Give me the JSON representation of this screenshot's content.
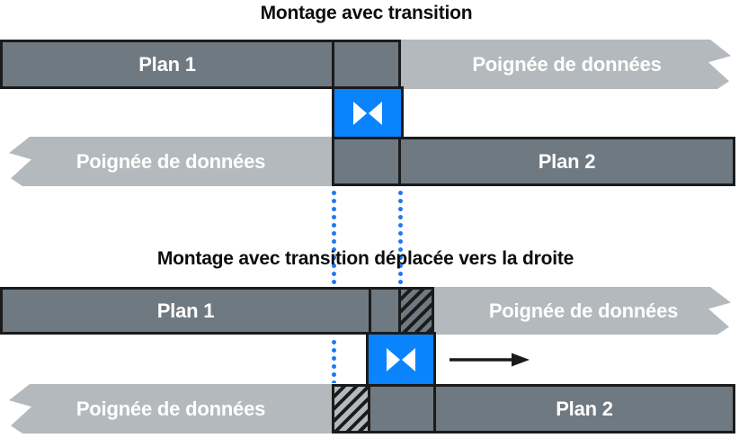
{
  "diagram": {
    "colors": {
      "clip_gray": "#6f7981",
      "handle_gray": "#b4b9bd",
      "transition_blue": "#0a84fd",
      "dotted_guide_blue": "#1b78f3",
      "outline_black": "#1b1b1b"
    },
    "before": {
      "title": "Montage avec transition",
      "clip1_label": "Plan 1",
      "clip2_label": "Plan 2",
      "top_handle_label": "Poignée de données",
      "bottom_handle_label": "Poignée de données"
    },
    "after": {
      "title": "Montage avec transition déplacée vers la droite",
      "clip1_label": "Plan 1",
      "clip2_label": "Plan 2",
      "top_handle_label": "Poignée de données",
      "bottom_handle_label": "Poignée de données"
    },
    "icons": {
      "transition": "bowtie-transition-icon",
      "move_direction": "right-arrow-icon",
      "edit_point_guides": "blue-dotted-vertical-lines",
      "trim_regions": "diagonal-hatch"
    }
  }
}
